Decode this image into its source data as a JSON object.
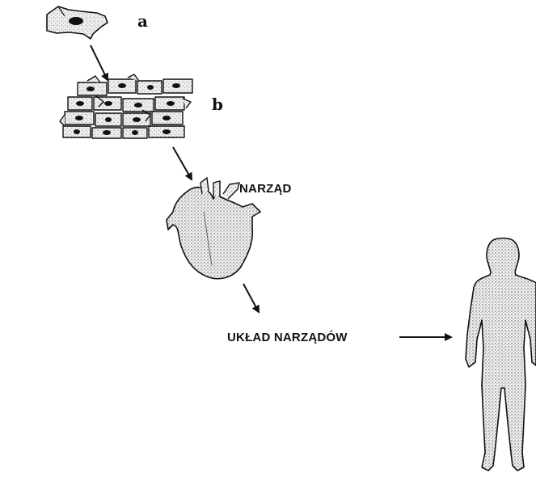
{
  "labels": {
    "cell": "a",
    "tissue": "b",
    "organ": "NARZĄD",
    "organ_system": "UKŁAD NARZĄDÓW"
  },
  "colors": {
    "ink": "#111111",
    "stipple": "#8a8a8a",
    "background": "#ffffff"
  },
  "stages": [
    "cell",
    "tissue",
    "organ",
    "organ-system",
    "organism"
  ]
}
